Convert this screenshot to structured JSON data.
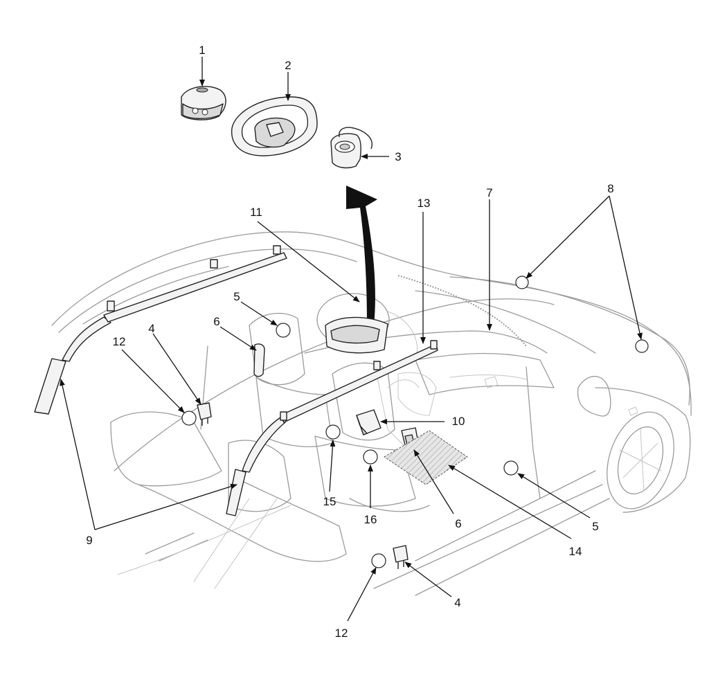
{
  "diagram": {
    "callouts": [
      {
        "id": "c1a",
        "label": "1"
      },
      {
        "id": "c2a",
        "label": "2"
      },
      {
        "id": "c3a",
        "label": "3"
      },
      {
        "id": "c4a",
        "label": "4"
      },
      {
        "id": "c4b",
        "label": "4"
      },
      {
        "id": "c5a",
        "label": "5"
      },
      {
        "id": "c5b",
        "label": "5"
      },
      {
        "id": "c6a",
        "label": "6"
      },
      {
        "id": "c6b",
        "label": "6"
      },
      {
        "id": "c7a",
        "label": "7"
      },
      {
        "id": "c8a",
        "label": "8"
      },
      {
        "id": "c9a",
        "label": "9"
      },
      {
        "id": "c10a",
        "label": "10"
      },
      {
        "id": "c11a",
        "label": "11"
      },
      {
        "id": "c12a",
        "label": "12"
      },
      {
        "id": "c12b",
        "label": "12"
      },
      {
        "id": "c13a",
        "label": "13"
      },
      {
        "id": "c14a",
        "label": "14"
      },
      {
        "id": "c15a",
        "label": "15"
      },
      {
        "id": "c16a",
        "label": "16"
      }
    ]
  }
}
